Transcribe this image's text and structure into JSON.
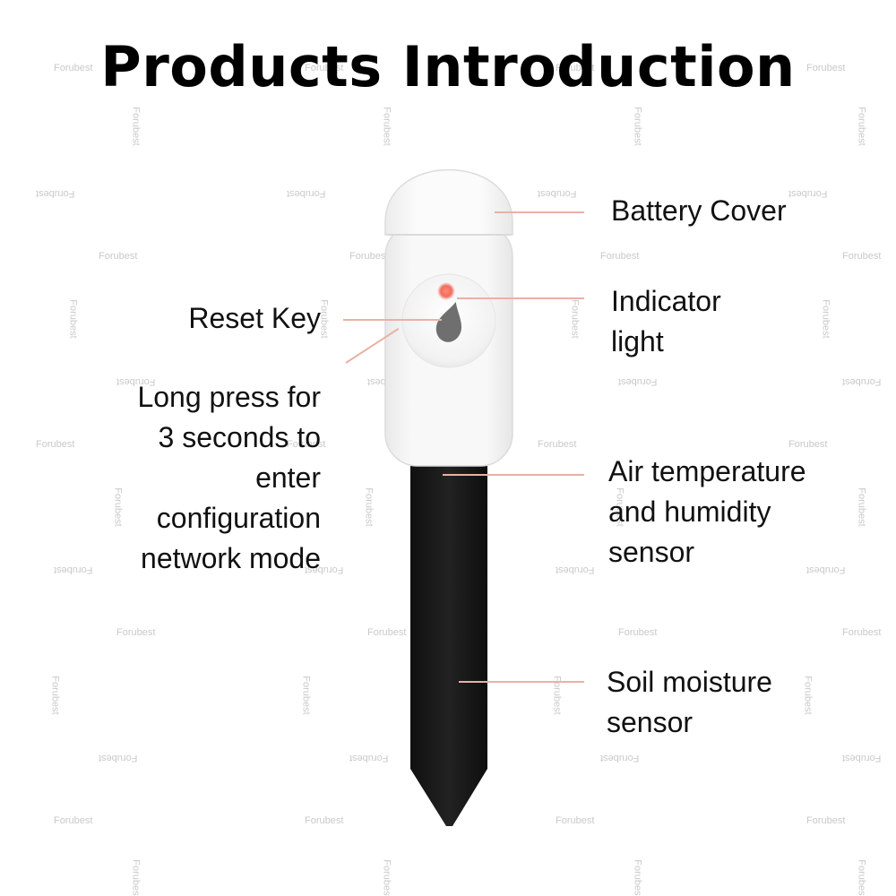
{
  "title": "Products Introduction",
  "labels": {
    "battery_cover": "Battery Cover",
    "indicator_light": [
      "Indicator",
      "light"
    ],
    "reset_key": "Reset Key",
    "long_press": [
      "Long press for",
      "3 seconds to",
      "enter",
      "configuration",
      "network mode"
    ],
    "air_sensor": [
      "Air temperature",
      "and humidity",
      "sensor"
    ],
    "soil_sensor": [
      "Soil moisture",
      "sensor"
    ]
  },
  "watermark": "Forubest",
  "colors": {
    "leader_line": "#e7b3a4",
    "indicator_led": "#f26c5c",
    "probe": "#1a1a1a",
    "housing": "#f7f7f7"
  }
}
